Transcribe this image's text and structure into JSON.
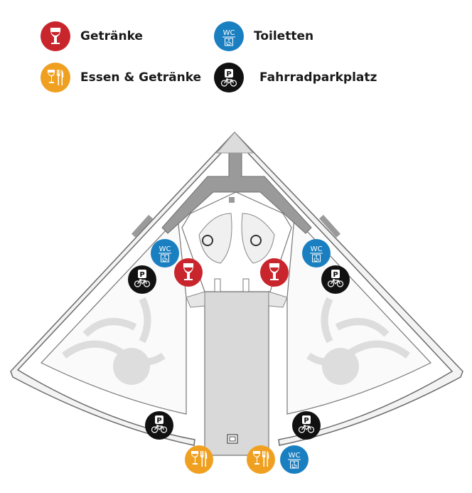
{
  "colors": {
    "drinks": "#c9252c",
    "food": "#f0a020",
    "toilets": "#1a7fc1",
    "bike": "#111111",
    "building": "#9a9a9a",
    "outline": "#555555",
    "path": "#e0e0e0"
  },
  "legend": {
    "drinks": {
      "label": "Getränke",
      "icon": "wine-glass-icon"
    },
    "toilets": {
      "label": "Toiletten",
      "icon": "wc-icon"
    },
    "food": {
      "label": "Essen & Getränke",
      "icon": "food-drink-icon"
    },
    "bike": {
      "label": "Fahrradparkplatz",
      "icon": "bike-parking-icon"
    }
  },
  "pins": {
    "wc_text": "WC",
    "bike_text": "P"
  }
}
